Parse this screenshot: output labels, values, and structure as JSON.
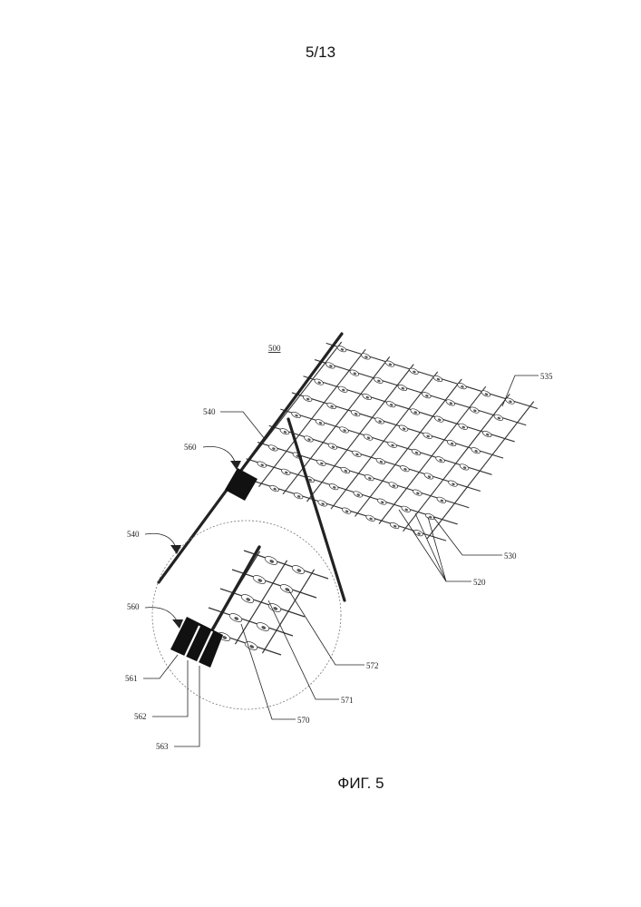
{
  "page": {
    "number": "5/13",
    "caption": "ФИГ. 5"
  },
  "labels": {
    "l500": "500",
    "l535": "535",
    "l540a": "540",
    "l540b": "540",
    "l560a": "560",
    "l560b": "560",
    "l530": "530",
    "l520": "520",
    "l572": "572",
    "l571": "571",
    "l570": "570",
    "l561": "561",
    "l562": "562",
    "l563": "563"
  },
  "colors": {
    "ink": "#222222",
    "block": "#111111"
  }
}
